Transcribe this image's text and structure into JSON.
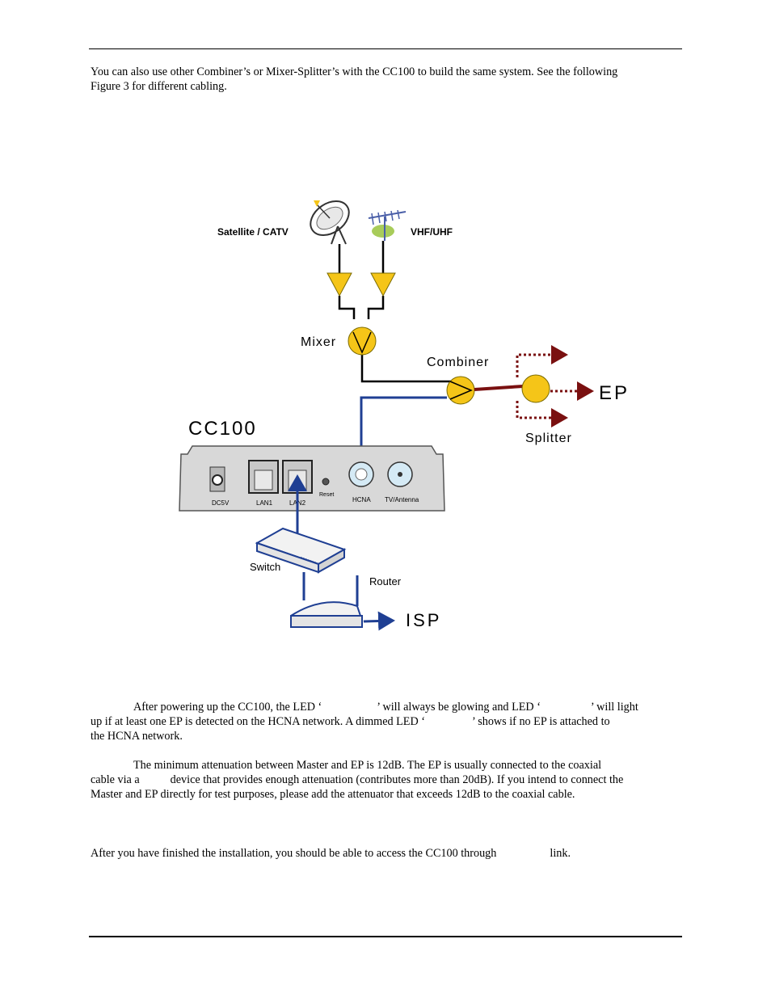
{
  "intro": {
    "line1": "You can also use other Combiner’s or Mixer-Splitter’s with the CC100 to build the same system. See the following",
    "line2": "Figure 3 for different cabling."
  },
  "figure": {
    "labels": {
      "satellite": "Satellite / CATV",
      "vhf": "VHF/UHF",
      "mixer": "Mixer",
      "combiner": "Combiner",
      "ep": "EP",
      "splitter": "Splitter",
      "device": "CC100",
      "switch": "Switch",
      "router": "Router",
      "isp": "ISP"
    },
    "ports": {
      "dc": "DC5V",
      "lan1": "LAN1",
      "lan2": "LAN2",
      "reset": "Reset",
      "hcna": "HCNA",
      "tv": "TV/Antenna"
    },
    "colors": {
      "amplifier": "#f5c518",
      "blue_cable": "#1f3f93",
      "red_cable": "#7a1010",
      "black_cable": "#000000",
      "device_body": "#dcdcdc"
    }
  },
  "led_para": {
    "l1a": "After powering up the CC100, the LED ‘",
    "l1b": "’ will always be glowing and LED ‘",
    "l1c": "’ will light",
    "l2a": "up if at least one EP is detected on the HCNA network. A dimmed LED ‘",
    "l2b": "’ shows if no EP is attached to",
    "l3": "the HCNA network."
  },
  "atten_para": {
    "l1": "The minimum attenuation between Master and EP is 12dB.  The EP is usually connected to the coaxial",
    "l2a": "cable via a",
    "l2b": "device that provides enough attenuation (contributes more than 20dB). If you intend to connect the",
    "l3": "Master and EP directly for test purposes, please add the attenuator that exceeds 12dB to the coaxial cable."
  },
  "access_para": {
    "a": "After you have finished the installation, you should be able to access the CC100 through",
    "b": "link."
  }
}
